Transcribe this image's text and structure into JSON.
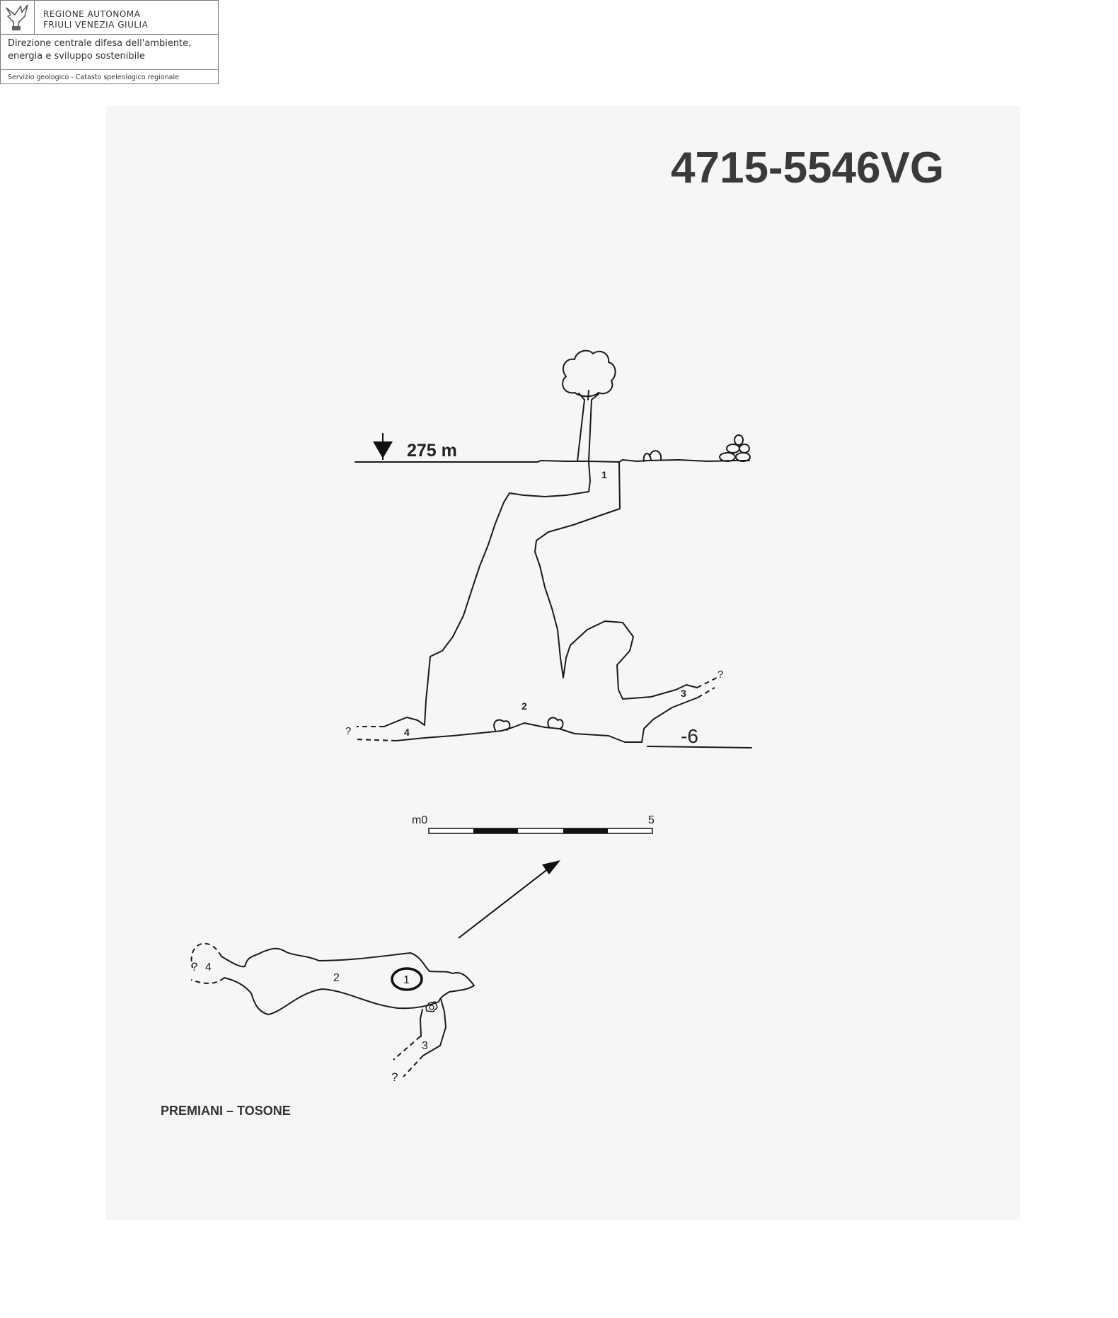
{
  "header": {
    "org_line1": "REGIONE AUTONOMA",
    "org_line2": "FRIULI VENEZIA GIULIA",
    "dept_line1": "Direzione centrale difesa dell'ambiente,",
    "dept_line2": "energia e sviluppo sostenibile",
    "service": "Servizio geologico - Catasto speleologico regionale"
  },
  "survey": {
    "cave_number": "4715-5546VG",
    "cave_name": "PREMIANI – TOSONE",
    "entrance_elevation": "275 m",
    "depth": "-6",
    "section_labels": [
      "1",
      "2",
      "3",
      "4",
      "?",
      "?"
    ],
    "plan_labels": [
      "1",
      "2",
      "3",
      "4",
      "?",
      "?"
    ],
    "scale_start": "m0",
    "scale_end": "5"
  }
}
